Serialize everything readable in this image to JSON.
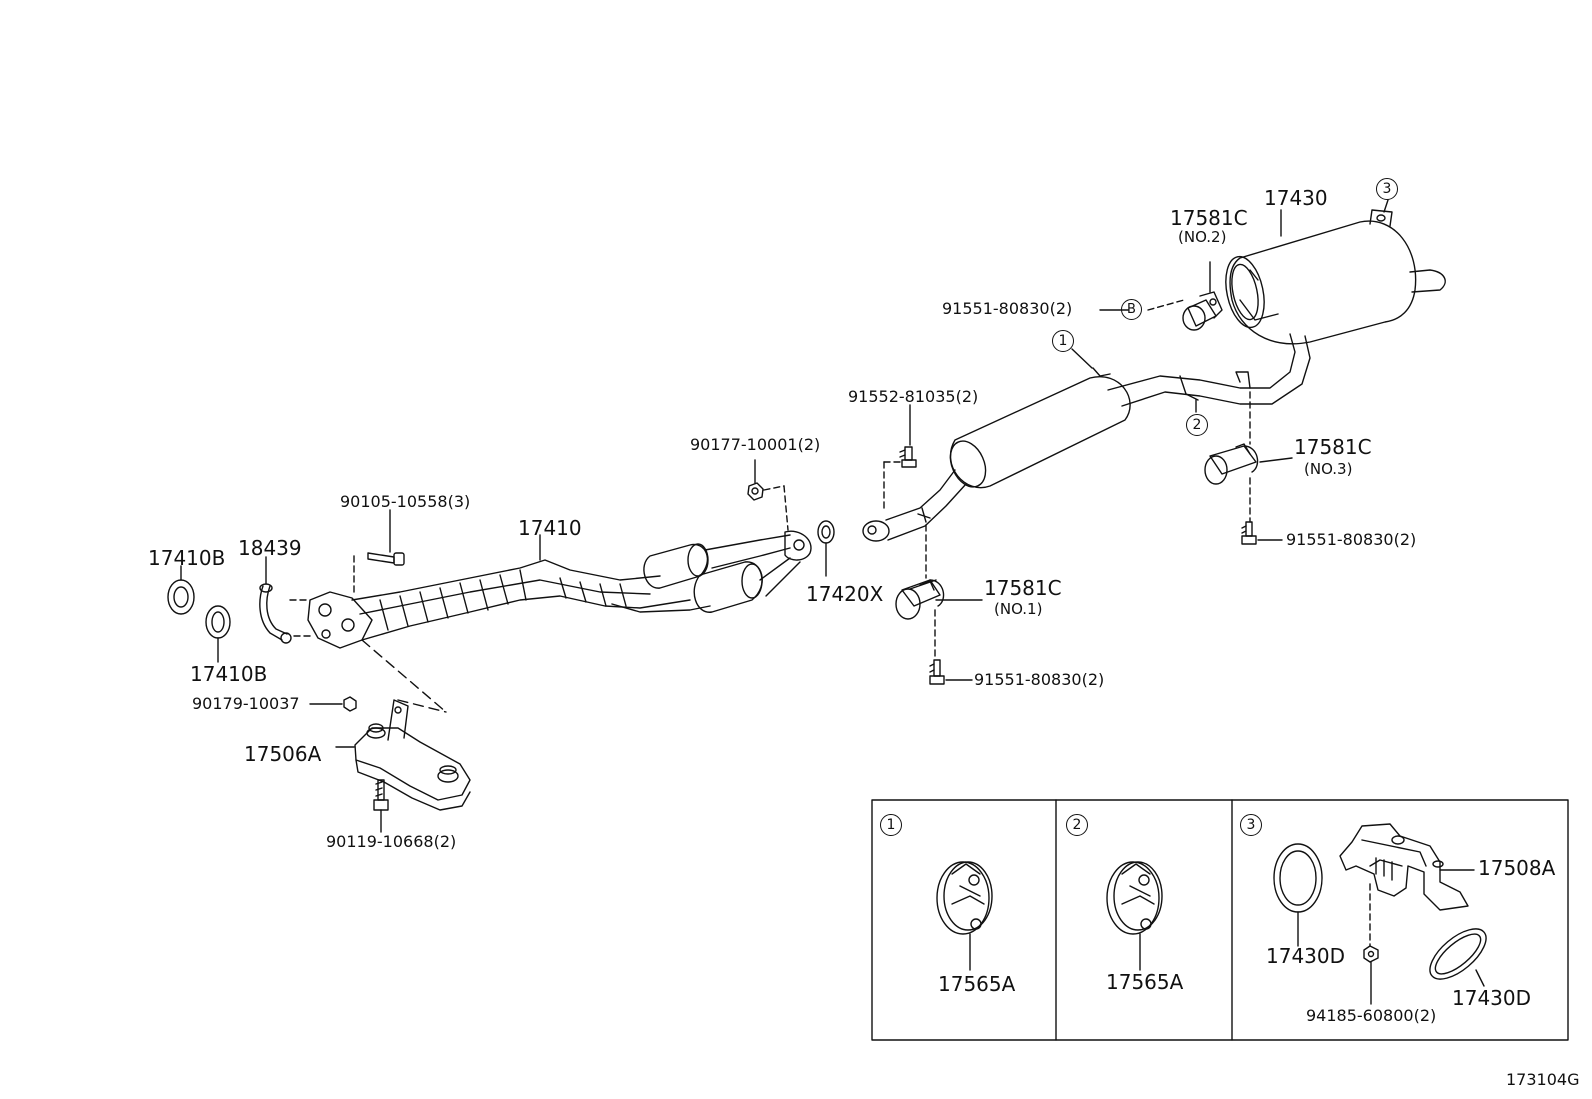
{
  "diagram": {
    "code": "173104G",
    "callouts": {
      "c1": "1",
      "c2": "2",
      "c3": "3",
      "b": "B"
    },
    "parts": {
      "p17410B_top": "17410B",
      "p17410B_bottom": "17410B",
      "p18439": "18439",
      "p90105": "90105-10558(3)",
      "p17410": "17410",
      "p90177": "90177-10001(2)",
      "p17420X": "17420X",
      "p90179": "90179-10037",
      "p17506A": "17506A",
      "p90119": "90119-10668(2)",
      "p91552": "91552-81035(2)",
      "p17581C_no1": "17581C",
      "p17581C_no1_sub": "(NO.1)",
      "p91551_a": "91551-80830(2)",
      "p17581C_no2": "17581C",
      "p17581C_no2_sub": "(NO.2)",
      "p91551_b": "91551-80830(2)",
      "p17430": "17430",
      "p17581C_no3": "17581C",
      "p17581C_no3_sub": "(NO.3)",
      "p91551_c": "91551-80830(2)"
    },
    "inset": {
      "panel1": {
        "label": "1",
        "part": "17565A"
      },
      "panel2": {
        "label": "2",
        "part": "17565A"
      },
      "panel3": {
        "label": "3",
        "part_bracket": "17508A",
        "part_ring_a": "17430D",
        "part_ring_b": "17430D",
        "part_nut": "94185-60800(2)"
      }
    }
  },
  "colors": {
    "line": "#111111",
    "background": "#ffffff"
  }
}
